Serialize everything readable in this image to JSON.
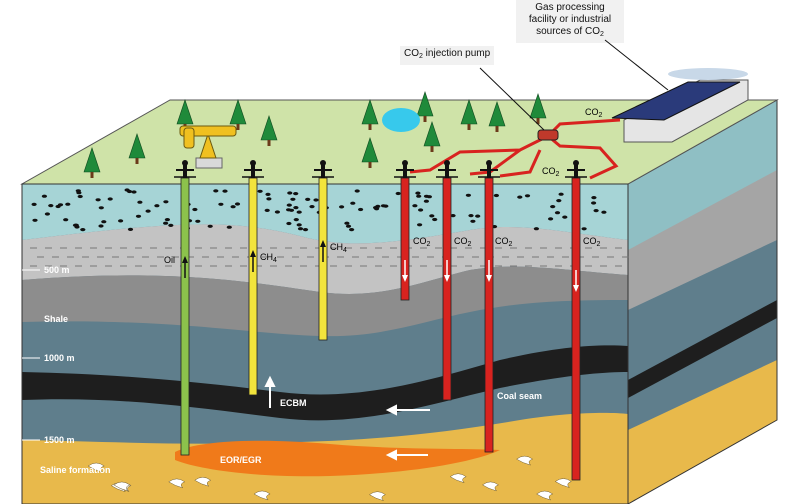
{
  "callouts": {
    "facility_line1": "Gas processing",
    "facility_line2": "facility or industrial",
    "facility_line3": "sources of CO",
    "facility_sub": "2",
    "pump": "CO",
    "pump_sub": "2",
    "pump_rest": " injection pump"
  },
  "depths": {
    "d500": "500 m",
    "d1000": "1000 m",
    "d1500": "1500 m"
  },
  "layers": {
    "shale": "Shale",
    "coal_seam": "Coal seam",
    "saline": "Saline formation",
    "ecbm": "ECBM",
    "eor": "EOR/EGR"
  },
  "wells": {
    "oil": "Oil",
    "ch4_a": "CH",
    "ch4_a_sub": "4",
    "ch4_b": "CH",
    "ch4_b_sub": "4",
    "co2": "CO",
    "co2_sub": "2"
  },
  "pipeline": {
    "co2_top": "CO",
    "co2_top_sub": "2",
    "co2_mid": "CO",
    "co2_mid_sub": "2"
  },
  "colors": {
    "surface": "#cfe3a8",
    "aquifer": "#a6d4d6",
    "gray_light": "#c3c3c3",
    "gray_mid": "#8d8d8d",
    "slate": "#5f7e8c",
    "coal": "#1e1e1e",
    "saline": "#e8b94b",
    "eor": "#f07a1a",
    "oil_well": "#8cc24c",
    "gas_well": "#f2e43c",
    "co2_well": "#d8231f"
  }
}
